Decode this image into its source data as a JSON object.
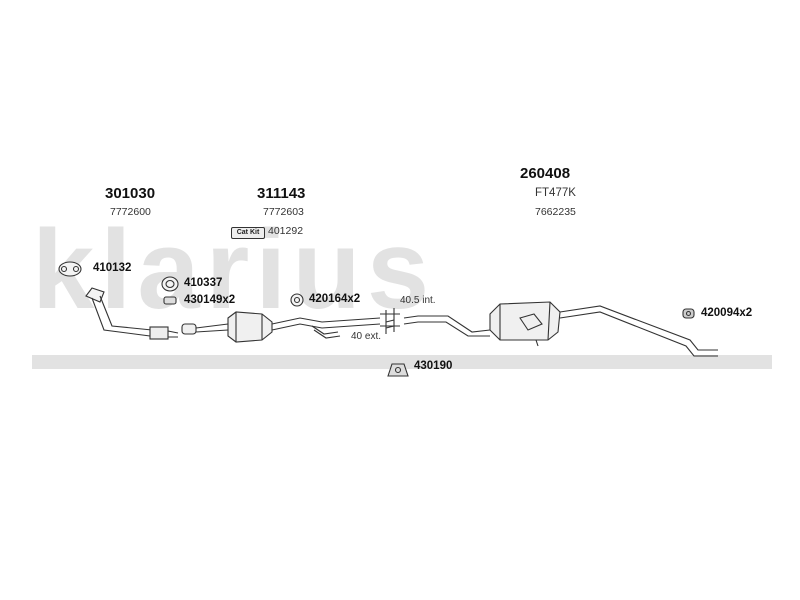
{
  "watermark": {
    "text": "klarius"
  },
  "parts": {
    "front_pipe": {
      "number": "301030",
      "ref": "7772600"
    },
    "catalyst": {
      "number": "311143",
      "ref": "7772603",
      "kit_badge": "Cat Kit",
      "kit_ref": "401292"
    },
    "rear_silencer": {
      "number": "260408",
      "ref1": "FT477K",
      "ref2": "7662235"
    }
  },
  "fittings": {
    "f410132": "410132",
    "f410337": "410337",
    "f430149": "430149x2",
    "f420164": "420164x2",
    "f420094": "420094x2",
    "f430190": "430190"
  },
  "dimensions": {
    "internal": "40.5 int.",
    "external": "40 ext."
  },
  "colors": {
    "line": "#333333",
    "fill": "#e6e6e6",
    "watermark": "#e2e2e2"
  }
}
